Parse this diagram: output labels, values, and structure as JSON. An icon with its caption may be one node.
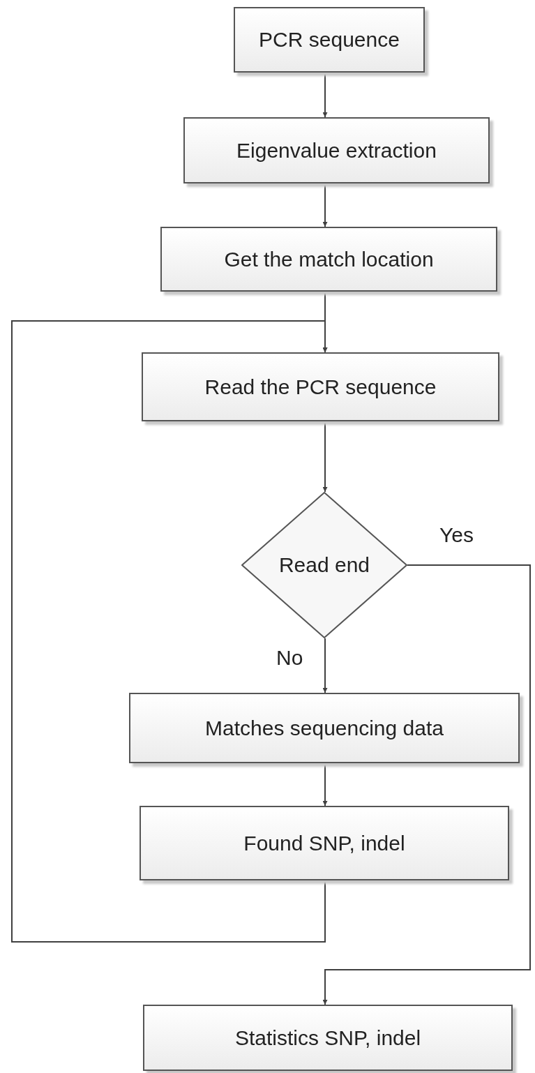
{
  "diagram": {
    "nodes": [
      {
        "text": [
          "PCR sequence"
        ]
      },
      {
        "text": [
          "Eigenvalue extraction"
        ]
      },
      {
        "text": [
          "Get the match location"
        ]
      },
      {
        "text": [
          "Read the PCR sequence"
        ]
      },
      {
        "text": [
          "Read end"
        ]
      },
      {
        "text": [
          "Matches sequencing data"
        ]
      },
      {
        "text": [
          "Found SNP, indel"
        ]
      },
      {
        "text": [
          "Statistics SNP, indel"
        ]
      }
    ],
    "edges": [
      {
        "from": 0,
        "to": 1,
        "arrow": "to"
      },
      {
        "from": 1,
        "to": 2,
        "arrow": "to"
      },
      {
        "from": 2,
        "to": 3,
        "arrow": "to"
      },
      {
        "from": 3,
        "to": 4,
        "arrow": "to"
      },
      {
        "from": 4,
        "to": 5,
        "arrow": "to",
        "label": "No"
      },
      {
        "from": 5,
        "to": 6,
        "arrow": "to"
      },
      {
        "from": 6,
        "to": 3,
        "arrow": "to"
      },
      {
        "from": 4,
        "to": 7,
        "arrow": "to",
        "label": "Yes"
      }
    ]
  }
}
